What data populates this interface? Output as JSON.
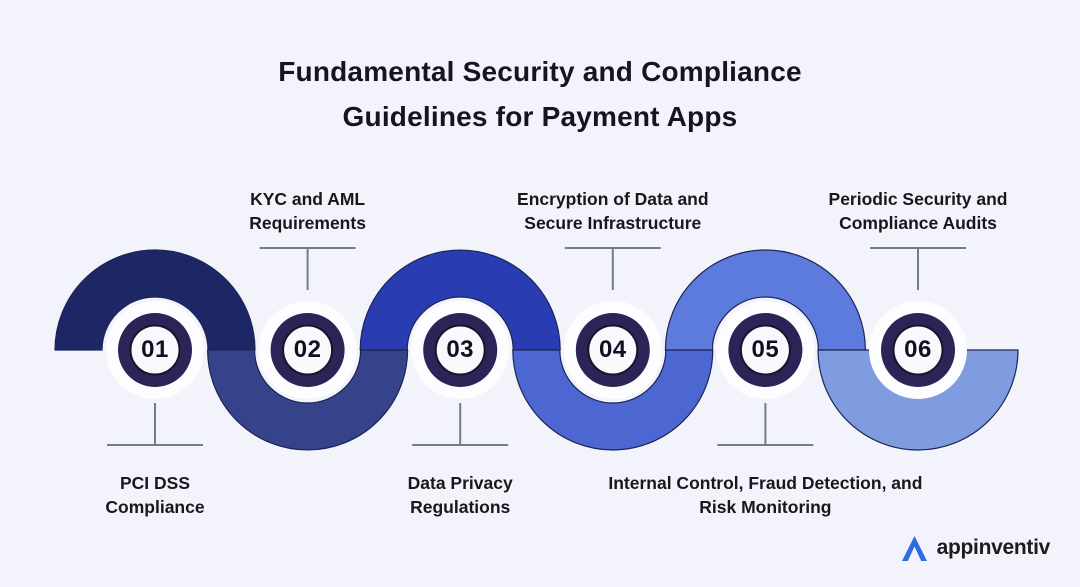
{
  "title": {
    "line1": "Fundamental Security and Compliance",
    "line2": "Guidelines for Payment Apps"
  },
  "steps": [
    {
      "number": "01",
      "label": "PCI DSS Compliance",
      "label_position": "below",
      "arc_direction": "up",
      "arc_color": "#1d2766"
    },
    {
      "number": "02",
      "label": "KYC and AML Requirements",
      "label_position": "above",
      "arc_direction": "down",
      "arc_color": "#36428a"
    },
    {
      "number": "03",
      "label": "Data Privacy Regulations",
      "label_position": "below",
      "arc_direction": "up",
      "arc_color": "#2a3cb2"
    },
    {
      "number": "04",
      "label": "Encryption of Data and Secure Infrastructure",
      "label_position": "above",
      "arc_direction": "down",
      "arc_color": "#4c66d2"
    },
    {
      "number": "05",
      "label": "Internal Control, Fraud Detection, and Risk Monitoring",
      "label_position": "below",
      "arc_direction": "up",
      "arc_color": "#5c7bdc"
    },
    {
      "number": "06",
      "label": "Periodic Security and Compliance Audits",
      "label_position": "above",
      "arc_direction": "down",
      "arc_color": "#7f9ce0"
    }
  ],
  "colors": {
    "background": "#f3f4fb",
    "arc_outline": "#1c2553",
    "node_ring": "#2a2457",
    "node_inner_fill": "#f8f8fd",
    "node_inner_border": "#15152c",
    "node_halo": "#fdfdff",
    "connector": "#757b8e",
    "title_text": "#15151e",
    "label_text": "#17171c",
    "logo_blue": "#2e6bdf"
  },
  "logo": {
    "text": "appinventiv"
  }
}
